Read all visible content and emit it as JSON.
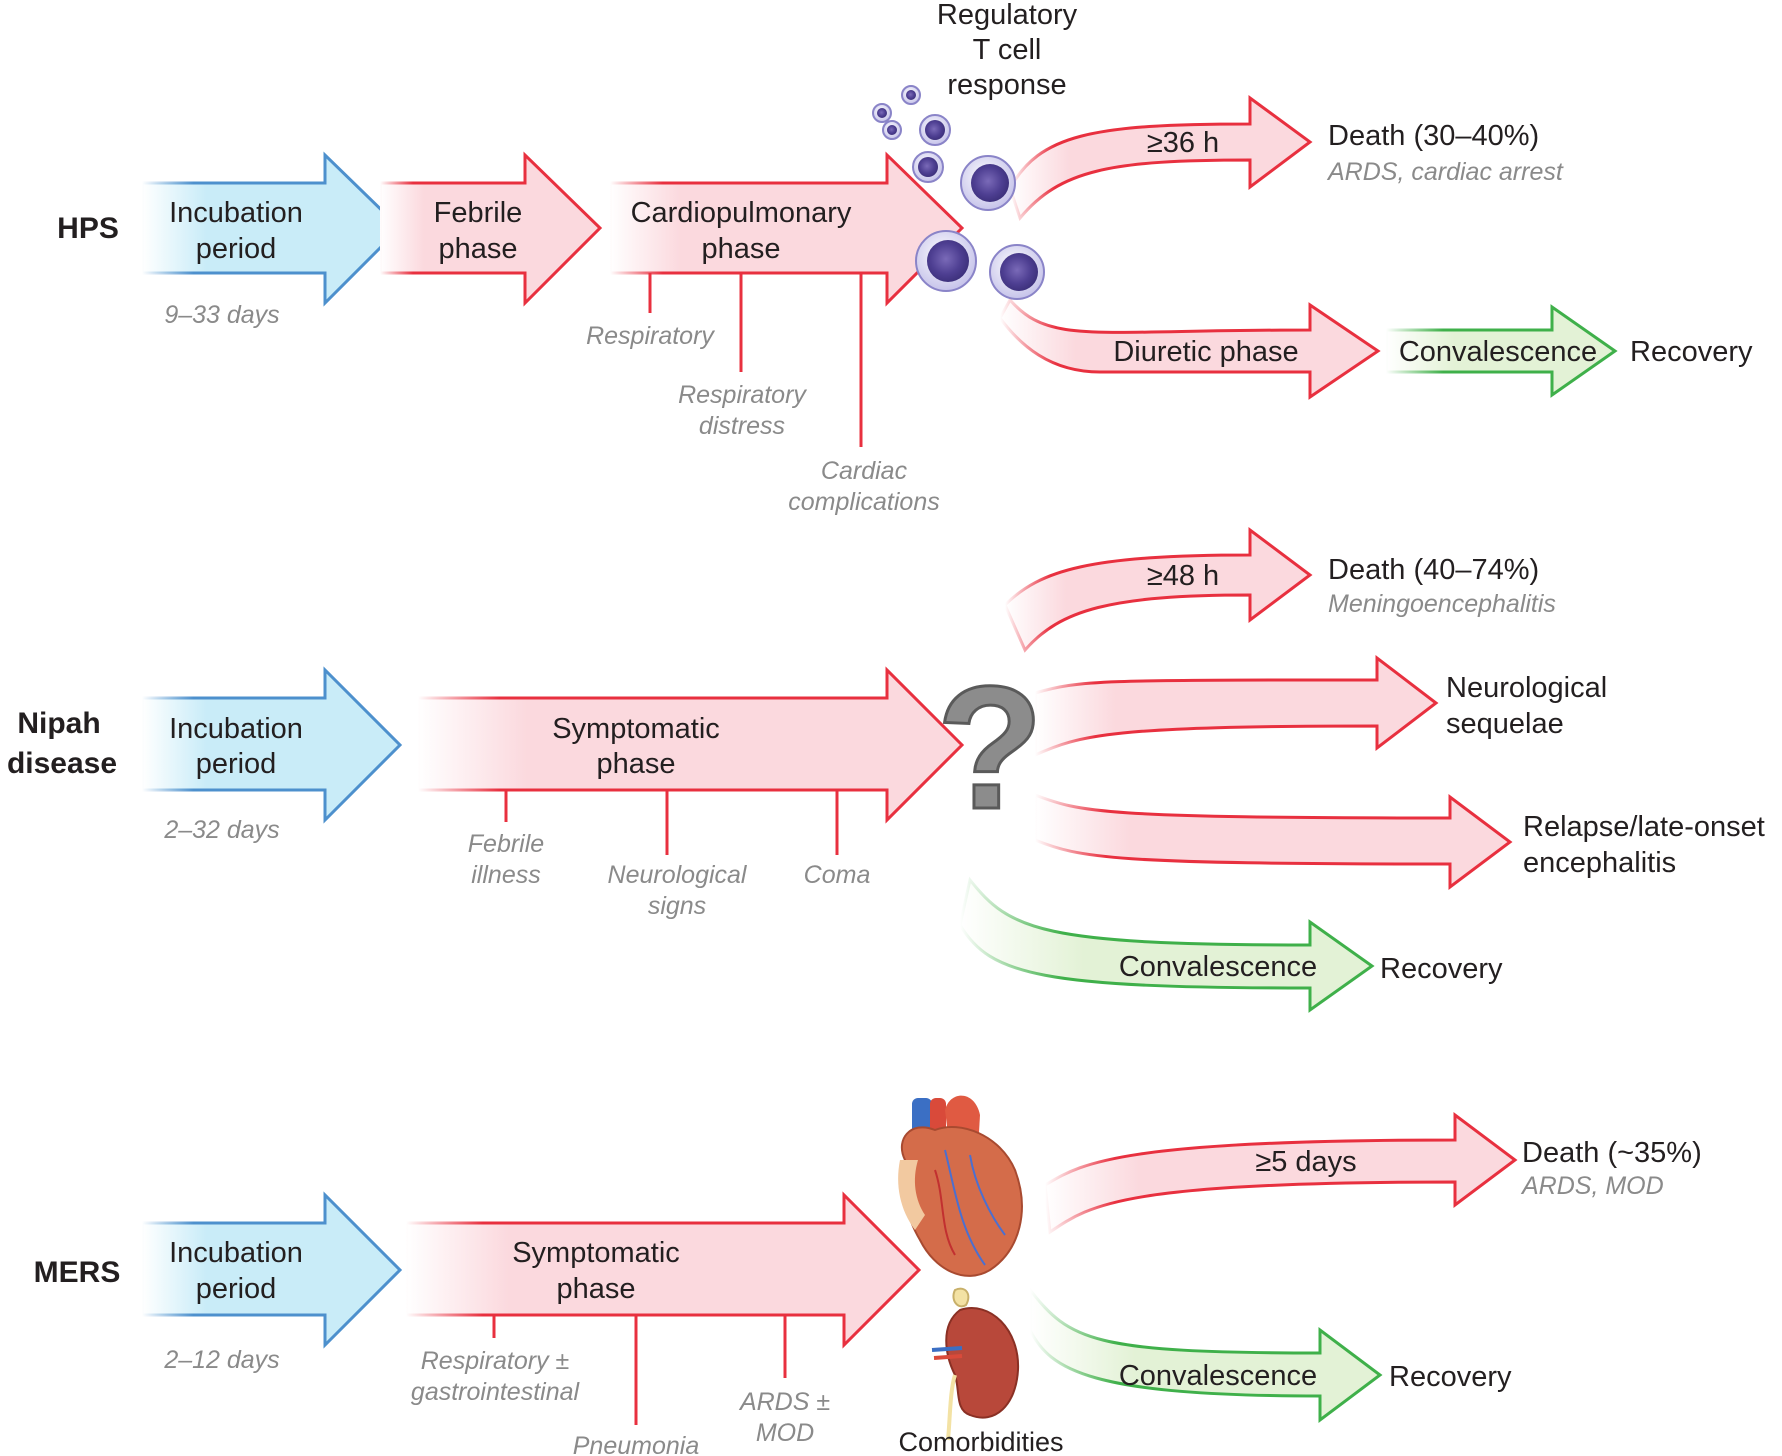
{
  "colors": {
    "incubation": "#c9ecf8",
    "incubation_stroke": "#4d90cd",
    "disease": "#fbd9de",
    "disease_stroke": "#e8303f",
    "recovery": "#e3f2d6",
    "recovery_stroke": "#3fb04a",
    "note_text": "#8a8a8a",
    "cell": "#5a4a9c"
  },
  "hps": {
    "row_label": "HPS",
    "incubation_label": [
      "Incubation",
      "period"
    ],
    "incubation_days": "9–33 days",
    "febrile_label": [
      "Febrile",
      "phase"
    ],
    "cardio_label": [
      "Cardiopulmonary",
      "phase"
    ],
    "symptoms": [
      {
        "lines": [
          "Respiratory"
        ]
      },
      {
        "lines": [
          "Respiratory",
          "distress"
        ]
      },
      {
        "lines": [
          "Cardiac",
          "complications"
        ]
      }
    ],
    "treg_label": [
      "Regulatory",
      "T cell",
      "response"
    ],
    "death_time": "≥36 h",
    "death_label": "Death (30–40%)",
    "death_cause": "ARDS, cardiac arrest",
    "diuretic_label": "Diuretic phase",
    "convalescence_label": "Convalescence",
    "recovery_label": "Recovery"
  },
  "nipah": {
    "row_label": [
      "Nipah",
      "disease"
    ],
    "incubation_label": [
      "Incubation",
      "period"
    ],
    "incubation_days": "2–32 days",
    "symptomatic_label": [
      "Symptomatic",
      "phase"
    ],
    "symptoms": [
      {
        "lines": [
          "Febrile",
          "illness"
        ]
      },
      {
        "lines": [
          "Neurological",
          "signs"
        ]
      },
      {
        "lines": [
          "Coma"
        ]
      }
    ],
    "question_mark": "?",
    "death_time": "≥48 h",
    "death_label": "Death (40–74%)",
    "death_cause": "Meningoencephalitis",
    "sequelae_label": [
      "Neurological",
      "sequelae"
    ],
    "relapse_label": [
      "Relapse/late-onset",
      "encephalitis"
    ],
    "convalescence_label": "Convalescence",
    "recovery_label": "Recovery"
  },
  "mers": {
    "row_label": "MERS",
    "incubation_label": [
      "Incubation",
      "period"
    ],
    "incubation_days": "2–12 days",
    "symptomatic_label": [
      "Symptomatic",
      "phase"
    ],
    "symptoms": [
      {
        "lines": [
          "Respiratory ±",
          "gastrointestinal"
        ]
      },
      {
        "lines": [
          "Pneumonia"
        ]
      },
      {
        "lines": [
          "ARDS ±",
          "MOD"
        ]
      }
    ],
    "comorbidities_label": "Comorbidities",
    "death_time": "≥5 days",
    "death_label": "Death (~35%)",
    "death_cause": "ARDS, MOD",
    "convalescence_label": "Convalescence",
    "recovery_label": "Recovery"
  }
}
